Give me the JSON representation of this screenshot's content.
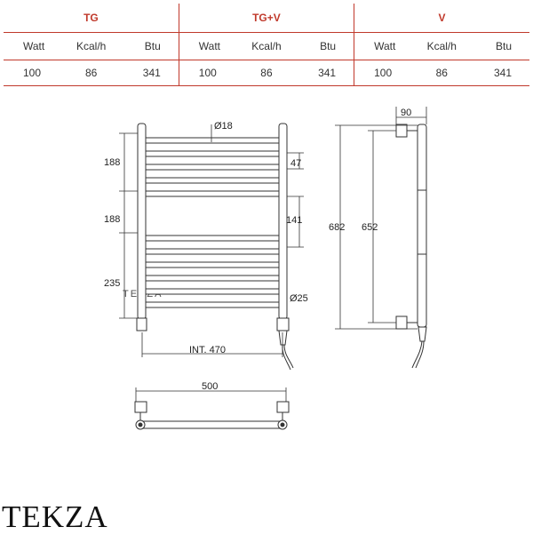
{
  "table": {
    "groups": [
      {
        "name": "TG",
        "units": [
          "Watt",
          "Kcal/h",
          "Btu"
        ],
        "values": [
          "100",
          "86",
          "341"
        ]
      },
      {
        "name": "TG+V",
        "units": [
          "Watt",
          "Kcal/h",
          "Btu"
        ],
        "values": [
          "100",
          "86",
          "341"
        ]
      },
      {
        "name": "V",
        "units": [
          "Watt",
          "Kcal/h",
          "Btu"
        ],
        "values": [
          "100",
          "86",
          "341"
        ]
      }
    ]
  },
  "drawing": {
    "dimensions": {
      "tube_dia": "Ø18",
      "h1": "188",
      "h2": "188",
      "h3": "235",
      "gap": "47",
      "gap2": "141",
      "col_dia": "Ø25",
      "int": "INT. 470",
      "depth": "90",
      "total_h": "682",
      "inner_h": "652",
      "width": "500"
    },
    "watermark": "TEKZA",
    "line_color": "#333333"
  },
  "brand": "TEKZA"
}
